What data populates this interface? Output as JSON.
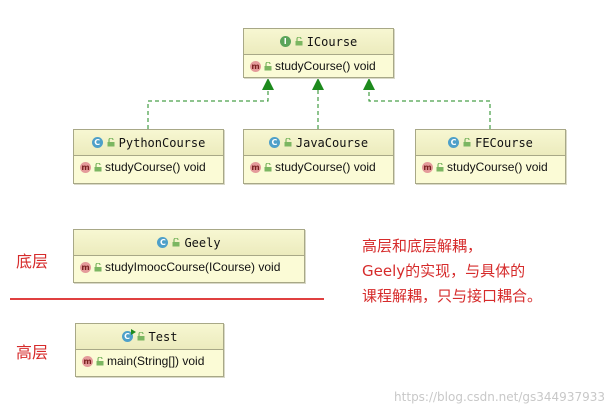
{
  "interface_box": {
    "name": "ICourse",
    "method": "studyCourse() void"
  },
  "impl_boxes": [
    {
      "name": "PythonCourse",
      "method": "studyCourse() void"
    },
    {
      "name": "JavaCourse",
      "method": "studyCourse() void"
    },
    {
      "name": "FECourse",
      "method": "studyCourse() void"
    }
  ],
  "geely_box": {
    "name": "Geely",
    "method": "studyImoocCourse(ICourse) void"
  },
  "test_box": {
    "name": "Test",
    "method": "main(String[]) void"
  },
  "labels": {
    "bottom_layer": "底层",
    "top_layer": "高层"
  },
  "note_lines": [
    "高层和底层解耦，",
    "Geely的实现，与具体的",
    "课程解耦，只与接口耦合。"
  ],
  "watermark": "https://blog.csdn.net/gs344937933",
  "colors": {
    "box_fill": "#fbfbd6",
    "arrow": "#1d8a1d",
    "note": "#d62b2b"
  }
}
